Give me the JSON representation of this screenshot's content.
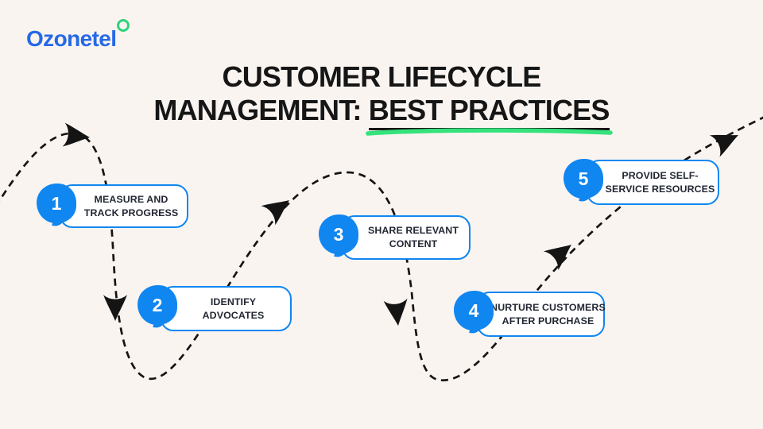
{
  "logo": {
    "text": "Ozonetel"
  },
  "title": {
    "line1": "CUSTOMER LIFECYCLE",
    "line2_prefix": "MANAGEMENT: ",
    "line2_highlight": "BEST PRACTICES"
  },
  "steps": [
    {
      "number": "1",
      "line1": "MEASURE AND",
      "line2": "TRACK PROGRESS"
    },
    {
      "number": "2",
      "line1": "IDENTIFY",
      "line2": "ADVOCATES"
    },
    {
      "number": "3",
      "line1": "SHARE RELEVANT",
      "line2": "CONTENT"
    },
    {
      "number": "4",
      "line1": "NURTURE CUSTOMERS",
      "line2": "AFTER PURCHASE"
    },
    {
      "number": "5",
      "line1": "PROVIDE SELF-",
      "line2": "SERVICE RESOURCES"
    }
  ],
  "colors": {
    "background": "#faf4f1",
    "accent_blue": "#1086f1",
    "logo_blue": "#2569e6",
    "logo_green": "#2ed47d",
    "underline_green": "#35e27c",
    "path_black": "#141414",
    "title_black": "#161616",
    "step_text": "#222733"
  }
}
